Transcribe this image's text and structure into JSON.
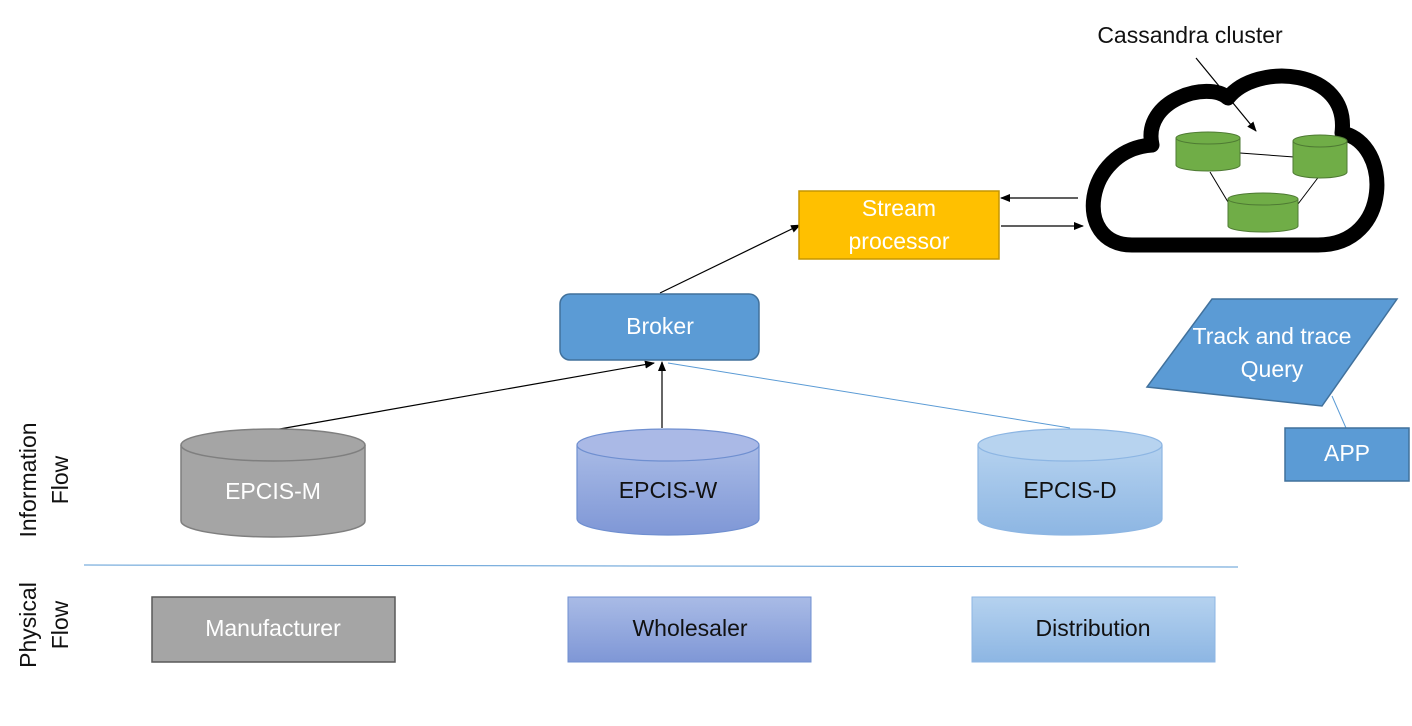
{
  "side_labels": {
    "information": [
      "Information",
      "Flow"
    ],
    "physical": [
      "Physical",
      "Flow"
    ]
  },
  "cloud": {
    "label": "Cassandra cluster",
    "node_color": "#70ad47"
  },
  "stream_processor": {
    "lines": [
      "Stream",
      "processor"
    ],
    "color": "#ffc000"
  },
  "broker": {
    "label": "Broker",
    "color": "#5b9bd5"
  },
  "query": {
    "lines": [
      "Track and trace",
      "Query"
    ],
    "color": "#5b9bd5"
  },
  "app": {
    "label": "APP",
    "color": "#5b9bd5"
  },
  "epcis": [
    {
      "label": "EPCIS-M",
      "color": "#a5a5a5"
    },
    {
      "label": "EPCIS-W",
      "color": "#8faadc"
    },
    {
      "label": "EPCIS-D",
      "color": "#9dc3e6"
    }
  ],
  "physical_nodes": [
    {
      "label": "Manufacturer",
      "color": "#a5a5a5"
    },
    {
      "label": "Wholesaler",
      "color": "#8faadc"
    },
    {
      "label": "Distribution",
      "color": "#9dc3e6"
    }
  ]
}
